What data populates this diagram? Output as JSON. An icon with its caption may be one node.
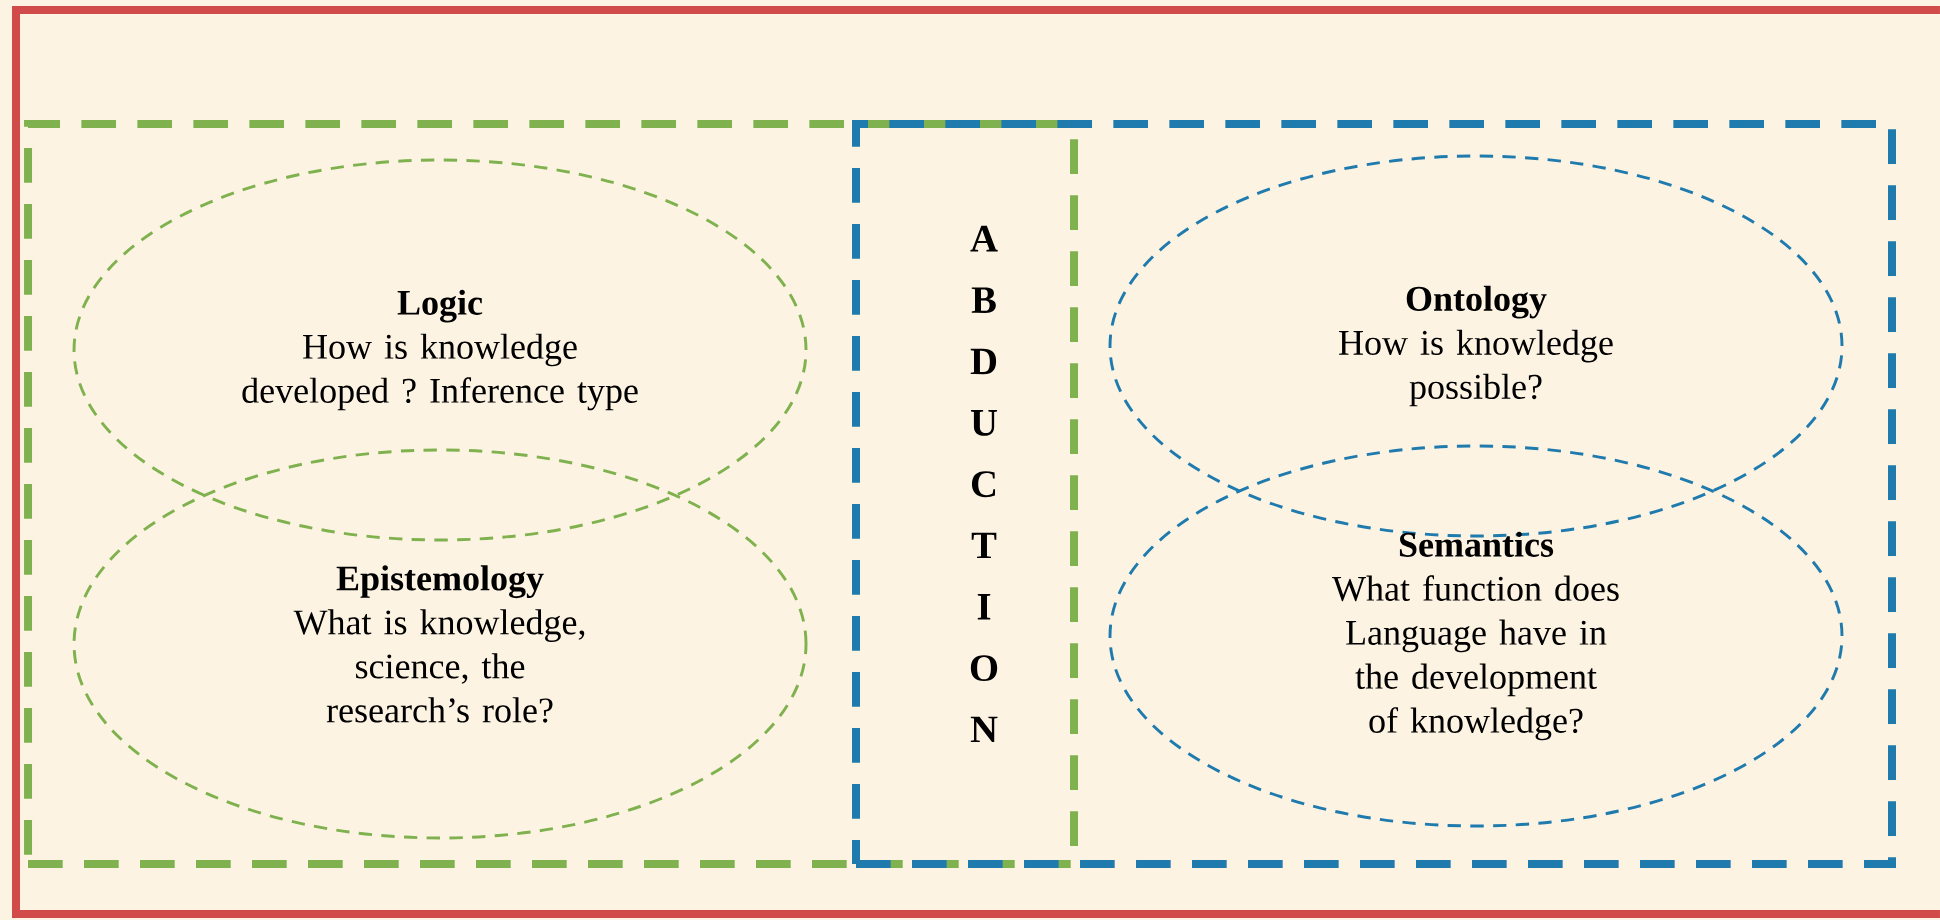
{
  "diagram": {
    "nodes": [
      {
        "text": [],
        "shape": "box"
      },
      {
        "text": [
          "Logic",
          "How is knowledge developed ? Inference type"
        ],
        "in": 0
      },
      {
        "text": [
          "Epistemology",
          "What is knowledge, science, the research’s role?"
        ],
        "in": 0
      },
      {
        "text": [],
        "shape": "box"
      },
      {
        "text": [
          "Ontology",
          "How is knowledge possible?"
        ],
        "in": 3
      },
      {
        "text": [
          "Semantics",
          "What function does Language have in the development of knowledge?"
        ],
        "in": 3
      }
    ],
    "labels": [
      "ABDUCTION"
    ]
  }
}
